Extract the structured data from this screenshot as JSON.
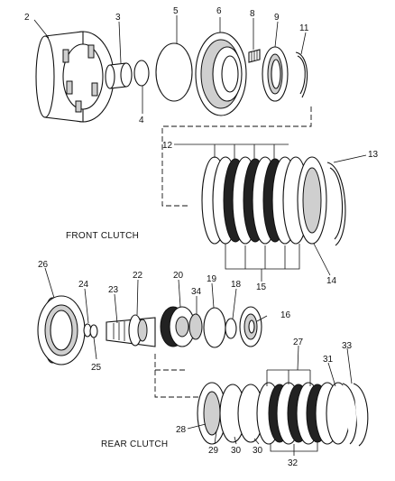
{
  "sections": {
    "front_clutch": "FRONT CLUTCH",
    "rear_clutch": "REAR CLUTCH"
  },
  "callouts": {
    "n2": "2",
    "n3": "3",
    "n4": "4",
    "n5": "5",
    "n6": "6",
    "n8": "8",
    "n9": "9",
    "n11": "11",
    "n12": "12",
    "n13": "13",
    "n14": "14",
    "n15": "15",
    "n16": "16",
    "n18": "18",
    "n19": "19",
    "n20": "20",
    "n22": "22",
    "n23": "23",
    "n24": "24",
    "n25": "25",
    "n26": "26",
    "n27": "27",
    "n28": "28",
    "n29": "29",
    "n30a": "30",
    "n30b": "30",
    "n31": "31",
    "n32": "32",
    "n33": "33",
    "n34": "34"
  }
}
